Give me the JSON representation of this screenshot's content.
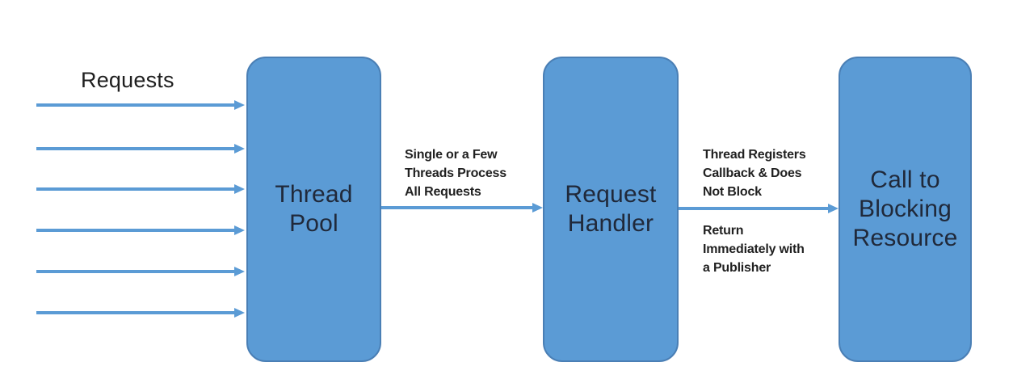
{
  "diagram": {
    "title_hint": "Reactive request handling flow",
    "requests_label": "Requests",
    "nodes": [
      {
        "id": "thread-pool",
        "label": "Thread\nPool"
      },
      {
        "id": "request-handler",
        "label": "Request\nHandler"
      },
      {
        "id": "blocking-resource",
        "label": "Call to\nBlocking\nResource"
      }
    ],
    "edge_labels": {
      "pool_to_handler": "Single or a Few\nThreads Process\nAll Requests",
      "handler_to_resource_top": "Thread Registers\nCallback & Does\nNot Block",
      "handler_to_resource_bottom": "Return\nImmediately with\na Publisher"
    },
    "incoming_request_arrow_count": 6,
    "colors": {
      "node_fill": "#5b9bd5",
      "node_border": "#4a7fb5",
      "arrow": "#5b9bd5",
      "text_dark": "#20293a",
      "label_text": "#212121"
    }
  }
}
